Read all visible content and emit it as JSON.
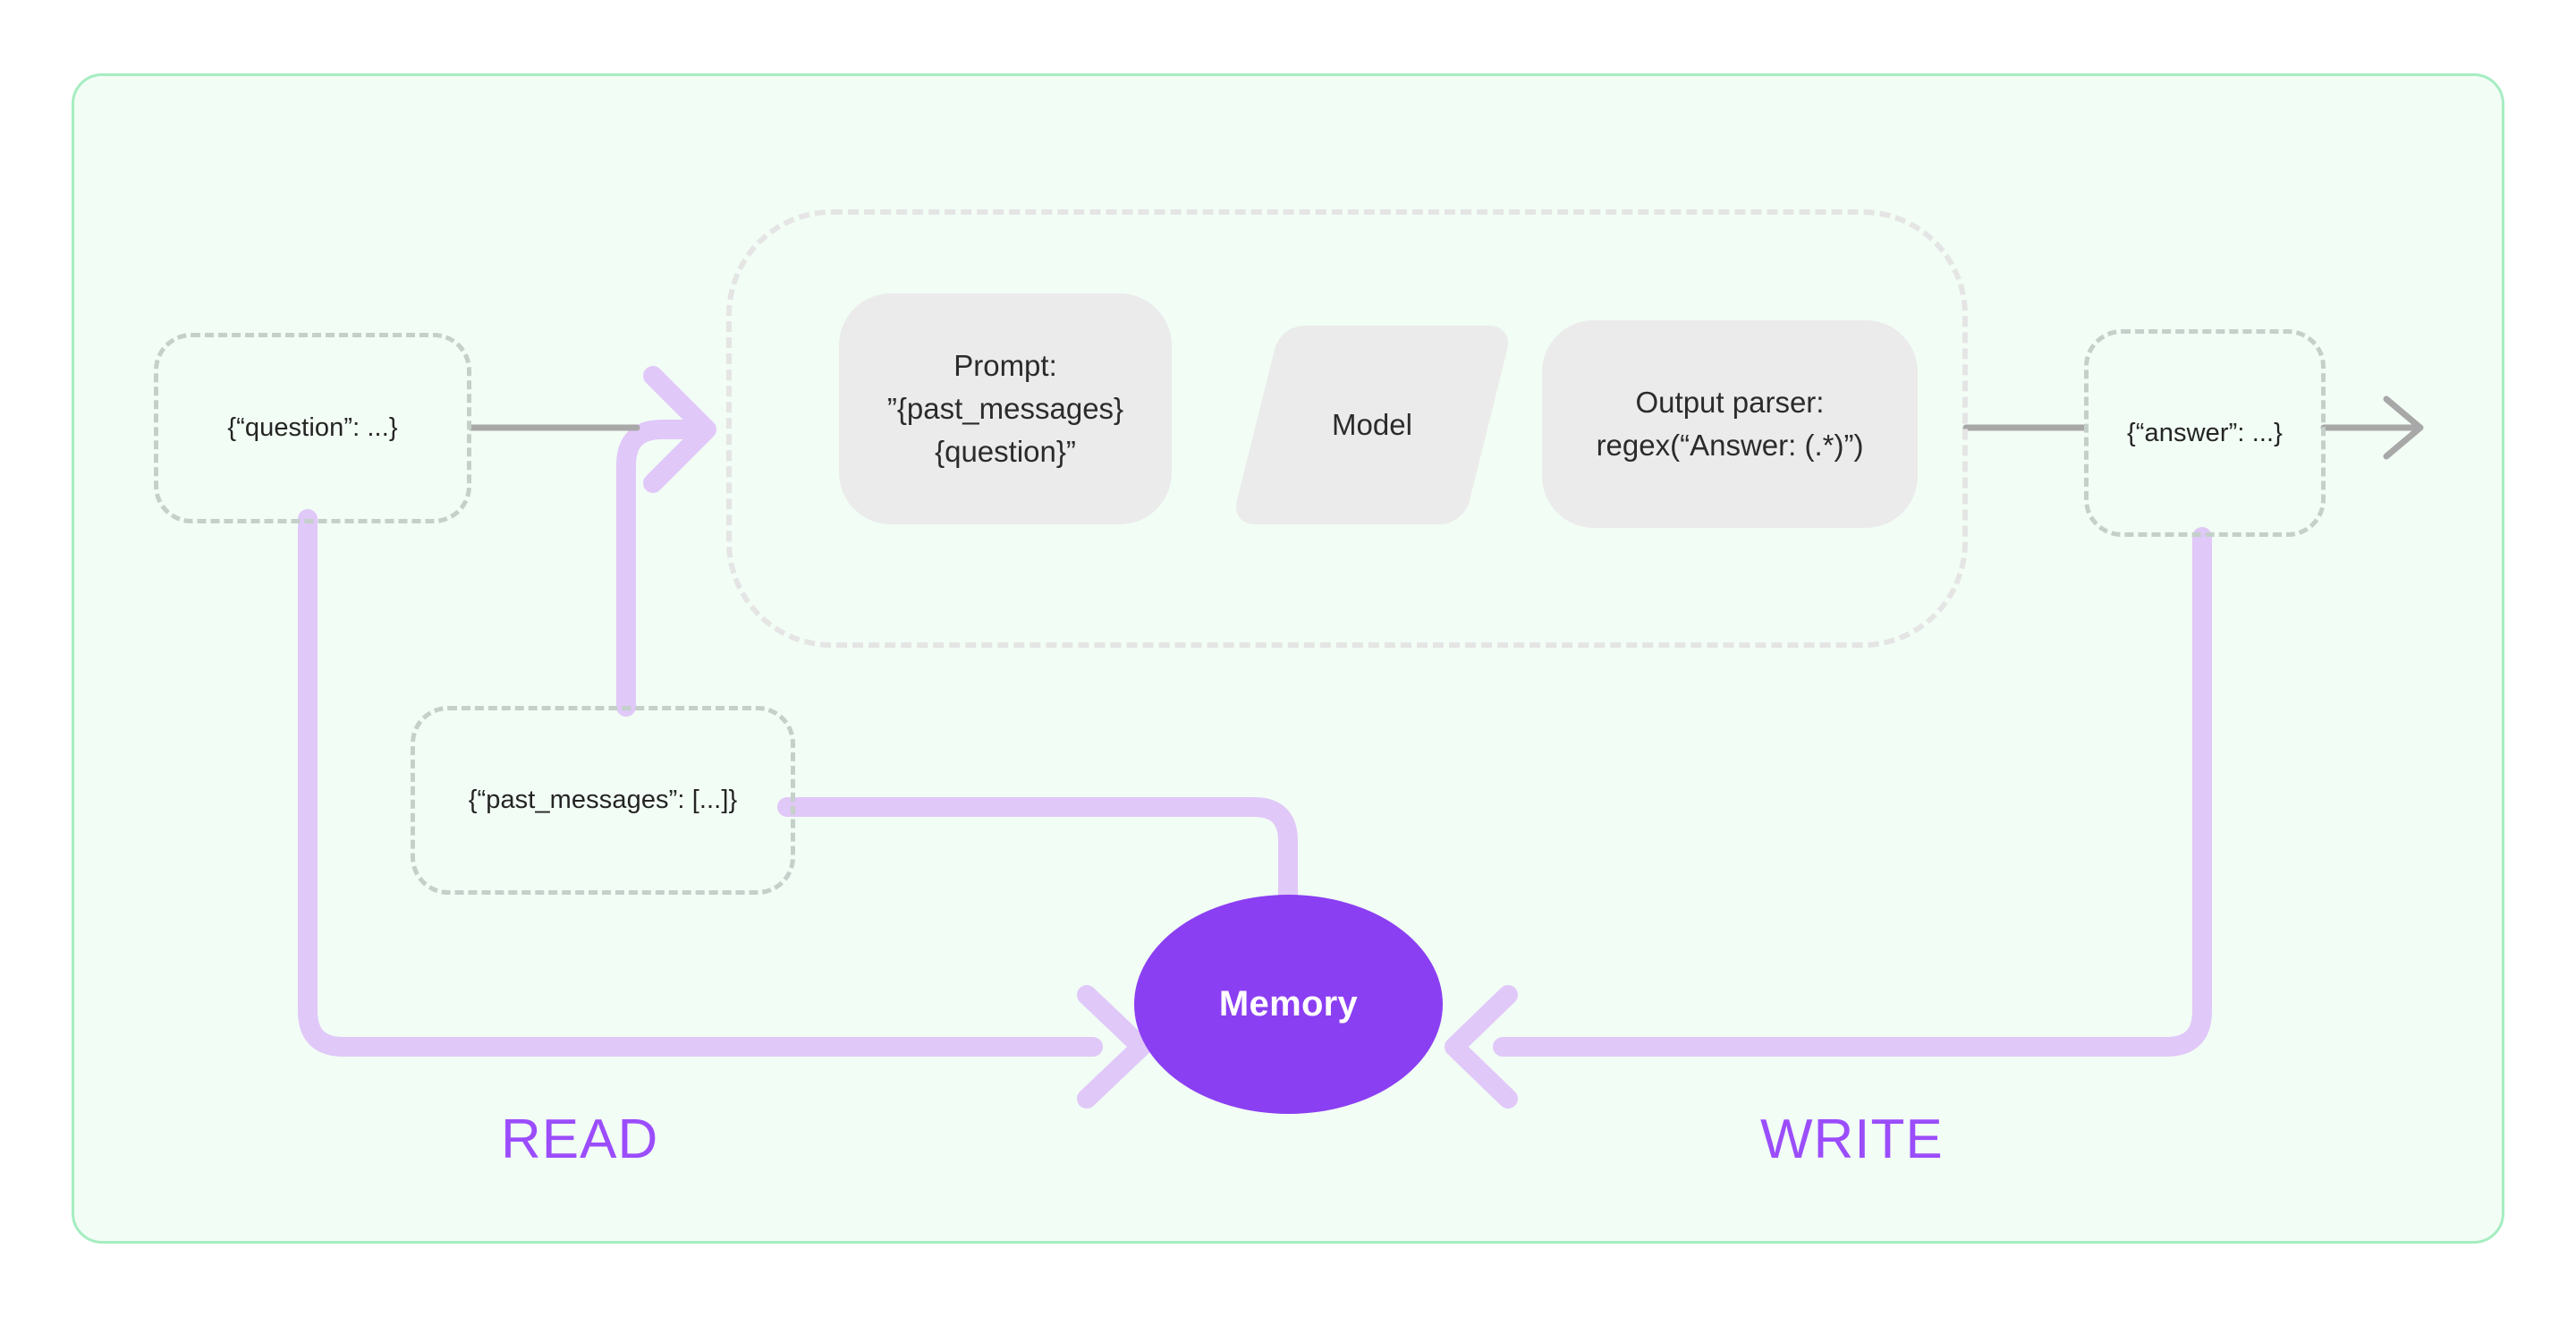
{
  "panel": {
    "background_color": "#f2fdf5",
    "border_color": "#a6edc1"
  },
  "colors": {
    "memory_fill": "#8b3ff2",
    "memory_text": "#ffffff",
    "read_write_label": "#9b4dfb",
    "purple_wire": "#e0c8f8",
    "gray_wire": "#a8a8a8",
    "dashed_data_border": "#c4d0c9",
    "chain_border": "#e5e5e5",
    "card_fill": "#ebebeb",
    "card_text": "#2b2b2b"
  },
  "nodes": {
    "question": {
      "label": "{“question”: ...}"
    },
    "past_messages": {
      "label": "{“past_messages”: [...]}"
    },
    "answer": {
      "label": "{“answer”: ...}"
    },
    "prompt": {
      "label": "Prompt:\n”{past_messages}\n{question}”"
    },
    "model": {
      "label": "Model"
    },
    "output_parser": {
      "label": "Output parser:\nregex(“Answer: (.*)”)"
    },
    "memory": {
      "label": "Memory"
    }
  },
  "labels": {
    "read": "READ",
    "write": "WRITE"
  },
  "chart_data": {
    "type": "diagram",
    "title": "Agent chain with memory read/write loop",
    "nodes": [
      {
        "id": "question",
        "kind": "data-object",
        "text": "{“question”: ...}"
      },
      {
        "id": "chain",
        "kind": "group",
        "text": ""
      },
      {
        "id": "prompt",
        "kind": "process",
        "text": "Prompt: ”{past_messages} {question}”"
      },
      {
        "id": "model",
        "kind": "model",
        "text": "Model"
      },
      {
        "id": "output_parser",
        "kind": "process",
        "text": "Output parser: regex(“Answer: (.*)”)"
      },
      {
        "id": "answer",
        "kind": "data-object",
        "text": "{“answer”: ...}"
      },
      {
        "id": "past_messages",
        "kind": "data-object",
        "text": "{“past_messages”: [...]}"
      },
      {
        "id": "memory",
        "kind": "store",
        "text": "Memory"
      }
    ],
    "edges": [
      {
        "from": "question",
        "to": "chain",
        "color": "gray",
        "label": ""
      },
      {
        "from": "past_messages",
        "to": "chain",
        "color": "purple",
        "label": ""
      },
      {
        "from": "chain",
        "to": "answer",
        "color": "gray",
        "label": ""
      },
      {
        "from": "answer",
        "to": "out",
        "color": "gray",
        "label": ""
      },
      {
        "from": "question",
        "to": "memory",
        "color": "purple",
        "label": "READ"
      },
      {
        "from": "memory",
        "to": "past_messages",
        "color": "purple",
        "label": "READ"
      },
      {
        "from": "answer",
        "to": "memory",
        "color": "purple",
        "label": "WRITE"
      }
    ]
  }
}
